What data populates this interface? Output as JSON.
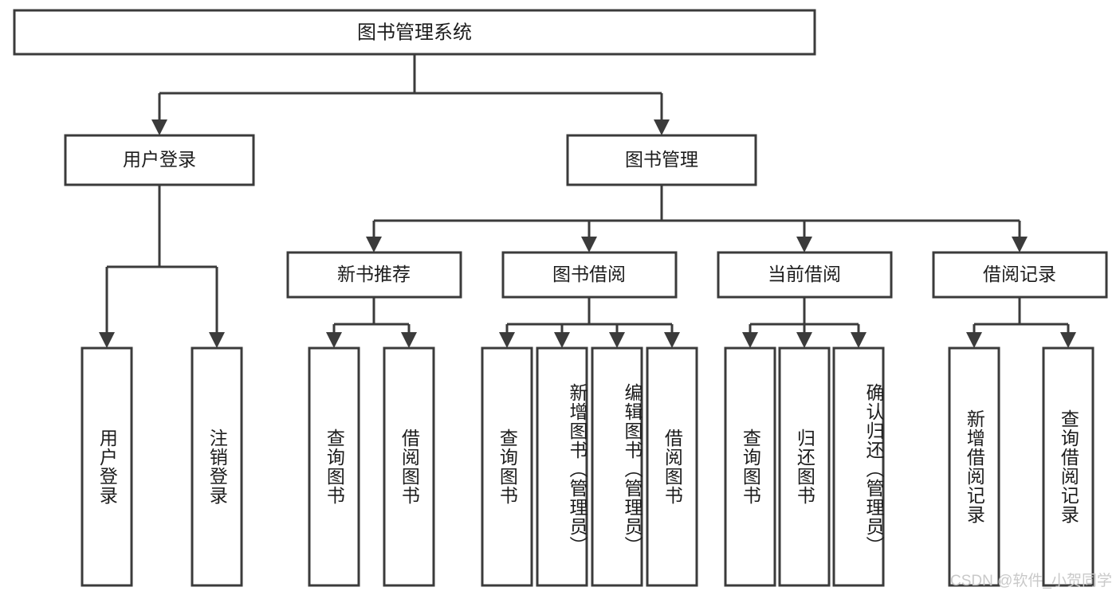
{
  "diagram": {
    "title": "图书管理系统",
    "type": "hierarchy-tree",
    "root": {
      "label": "图书管理系统"
    },
    "level2": [
      {
        "label": "用户登录"
      },
      {
        "label": "图书管理"
      }
    ],
    "level3": [
      {
        "label": "新书推荐"
      },
      {
        "label": "图书借阅"
      },
      {
        "label": "当前借阅"
      },
      {
        "label": "借阅记录"
      }
    ],
    "leaves": {
      "user_login": [
        {
          "label": "用户登录"
        },
        {
          "label": "注销登录"
        }
      ],
      "new_book_recommend": [
        {
          "label": "查询图书"
        },
        {
          "label": "借阅图书"
        }
      ],
      "book_borrow": [
        {
          "label": "查询图书"
        },
        {
          "label": "新增图书（管理员）"
        },
        {
          "label": "编辑图书（管理员）"
        },
        {
          "label": "借阅图书"
        }
      ],
      "current_borrow": [
        {
          "label": "查询图书"
        },
        {
          "label": "归还图书"
        },
        {
          "label": "确认归还（管理员）"
        }
      ],
      "borrow_record": [
        {
          "label": "新增借阅记录"
        },
        {
          "label": "查询借阅记录"
        }
      ]
    }
  },
  "watermark": {
    "text": "CSDN @软件_小贺同学"
  },
  "colors": {
    "box_stroke": "#3b3b3b",
    "box_fill": "#ffffff",
    "text": "#1c1c1c",
    "watermark": "#c9c9c9",
    "background": "#ffffff"
  }
}
